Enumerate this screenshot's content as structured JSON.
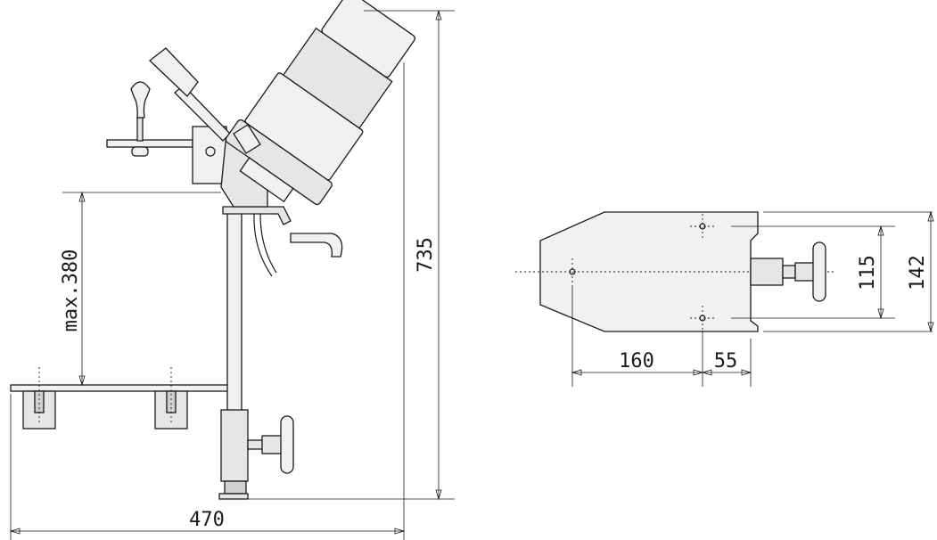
{
  "side_view": {
    "width_label": "470",
    "height_label": "735",
    "max_height_label": "max.380"
  },
  "top_view": {
    "length_a_label": "160",
    "length_b_label": "55",
    "inner_width_label": "115",
    "outer_width_label": "142"
  }
}
